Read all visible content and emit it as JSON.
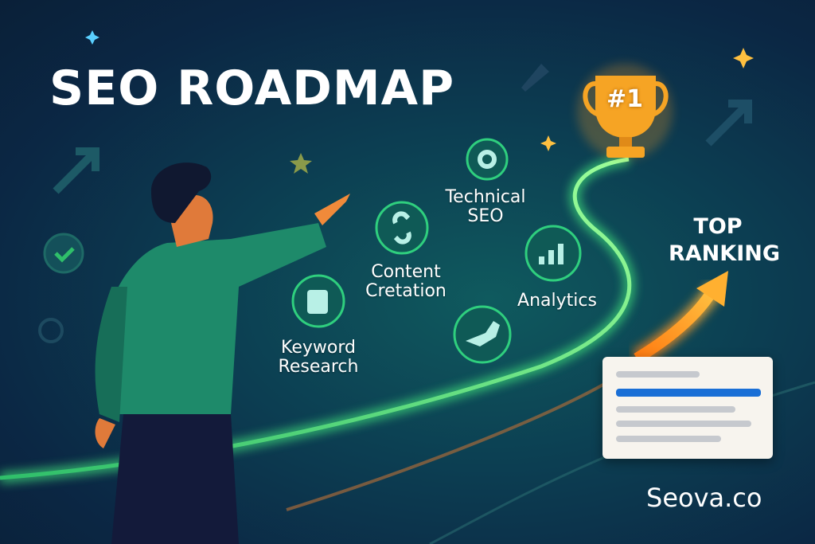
{
  "title": "SEO ROADMAP",
  "steps": [
    {
      "label_1": "Keyword",
      "label_2": "Research",
      "icon": "edit-document-icon"
    },
    {
      "label_1": "Content",
      "label_2": "Cretation",
      "icon": "link-icon"
    },
    {
      "label_1": "Technical",
      "label_2": "SEO",
      "icon": "gear-icon"
    },
    {
      "label_1": "Analytics",
      "icon": "bar-chart-icon"
    },
    {
      "icon": "handshake-icon"
    }
  ],
  "trophy": {
    "text": "#1"
  },
  "goal": {
    "line_1": "TOP",
    "line_2": "RANKING"
  },
  "brand": "Seova.co",
  "colors": {
    "accent_green": "#3fe07a",
    "orange": "#ff9a1f",
    "highlight_blue": "#1a6fd6"
  }
}
